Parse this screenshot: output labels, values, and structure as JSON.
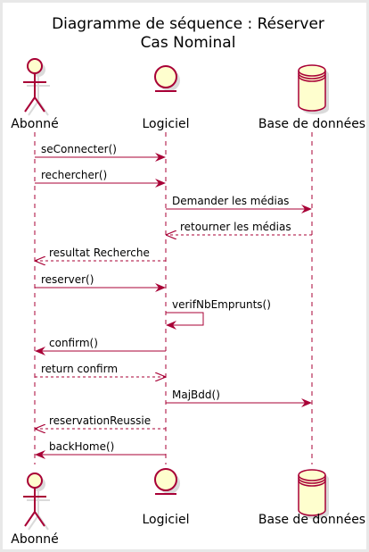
{
  "title": {
    "line1": "Diagramme de séquence : Réserver",
    "line2": "Cas Nominal"
  },
  "colors": {
    "border": "#A80036",
    "fill": "#FEFECE",
    "frame": "#E8E8E8",
    "shadow": "#DADADA"
  },
  "participants": [
    {
      "id": "abonne",
      "label": "Abonné",
      "kind": "actor"
    },
    {
      "id": "logiciel",
      "label": "Logiciel",
      "kind": "entity"
    },
    {
      "id": "bdd",
      "label": "Base de données",
      "kind": "database"
    }
  ],
  "messages": [
    {
      "from": "abonne",
      "to": "logiciel",
      "label": "seConnecter()",
      "style": "solid"
    },
    {
      "from": "abonne",
      "to": "logiciel",
      "label": "rechercher()",
      "style": "solid"
    },
    {
      "from": "logiciel",
      "to": "bdd",
      "label": "Demander les médias",
      "style": "solid"
    },
    {
      "from": "bdd",
      "to": "logiciel",
      "label": "retourner les médias",
      "style": "dashed"
    },
    {
      "from": "logiciel",
      "to": "abonne",
      "label": "resultat Recherche",
      "style": "dashed"
    },
    {
      "from": "abonne",
      "to": "logiciel",
      "label": "reserver()",
      "style": "solid"
    },
    {
      "from": "logiciel",
      "to": "logiciel",
      "label": "verifNbEmprunts()",
      "style": "solid"
    },
    {
      "from": "logiciel",
      "to": "abonne",
      "label": "confirm()",
      "style": "solid"
    },
    {
      "from": "abonne",
      "to": "logiciel",
      "label": "return confirm",
      "style": "dashed"
    },
    {
      "from": "logiciel",
      "to": "bdd",
      "label": "MajBdd()",
      "style": "solid"
    },
    {
      "from": "logiciel",
      "to": "abonne",
      "label": "reservationReussie",
      "style": "dashed"
    },
    {
      "from": "logiciel",
      "to": "abonne",
      "label": "backHome()",
      "style": "solid"
    }
  ]
}
